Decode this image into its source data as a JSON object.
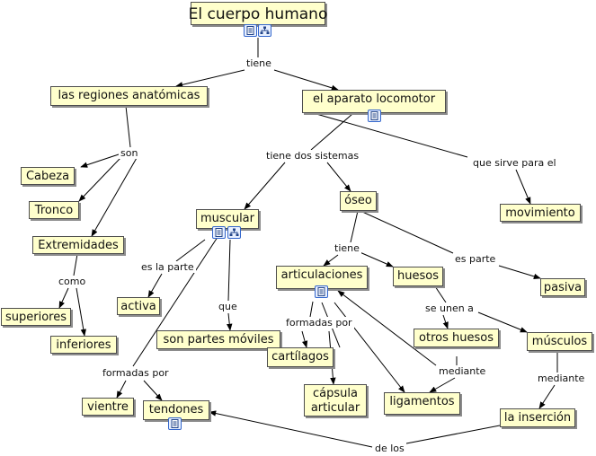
{
  "concepts": {
    "cuerpo": "El cuerpo humano",
    "regiones": "las regiones anatómicas",
    "aparato": "el aparato locomotor",
    "cabeza": "Cabeza",
    "tronco": "Tronco",
    "extremidades": "Extremidades",
    "superiores": "superiores",
    "inferiores": "inferiores",
    "muscular": "muscular",
    "oseo": "óseo",
    "movimiento": "movimiento",
    "activa": "activa",
    "partes_moviles": "son partes móviles",
    "articulaciones": "articulaciones",
    "huesos": "huesos",
    "pasiva": "pasiva",
    "cartilagos": "cartílagos",
    "capsula": "cápsula\narticular",
    "otros_huesos": "otros huesos",
    "musculos": "músculos",
    "ligamentos": "ligamentos",
    "insercion": "la inserción",
    "vientre": "vientre",
    "tendones": "tendones"
  },
  "linking_phrases": {
    "tiene": "tiene",
    "son": "son",
    "como": "como",
    "tiene_dos": "tiene dos sistemas",
    "sirve": "que sirve para el",
    "es_la_parte": "es la parte",
    "que": "que",
    "tiene2": "tiene",
    "es_parte": "es parte",
    "formadas_por": "formadas por",
    "se_unen": "se unen a",
    "mediante": "mediante",
    "mediante2": "mediante",
    "formadas_por2": "formadas por",
    "de_los": "de los"
  },
  "icons": [
    {
      "name": "document-icon",
      "target": "cuerpo"
    },
    {
      "name": "concept-map-icon",
      "target": "cuerpo"
    },
    {
      "name": "document-icon",
      "target": "aparato"
    },
    {
      "name": "document-icon",
      "target": "muscular"
    },
    {
      "name": "concept-map-icon",
      "target": "muscular"
    },
    {
      "name": "document-icon",
      "target": "articulaciones"
    },
    {
      "name": "document-icon",
      "target": "tendones"
    }
  ],
  "colors": {
    "node_fill": "#ffffcc",
    "node_border": "#4d4d4d",
    "line": "#000000",
    "icon_border": "#3366cc"
  }
}
